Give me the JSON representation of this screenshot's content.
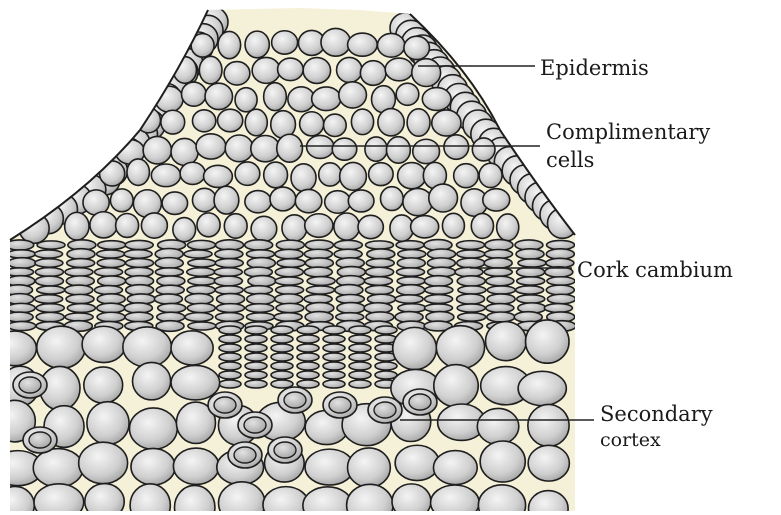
{
  "labels": {
    "epidermis": "Epidermis",
    "complimentary_line1": "Complimentary",
    "complimentary_line2": "cells",
    "cork_cambium": "Cork cambium",
    "secondary_line1": "Secondary",
    "secondary_line2": "cortex"
  },
  "colors": {
    "background": "#ffffff",
    "tissue_background": "#f5f1d8",
    "cell_fill": "#c9c9c9",
    "cell_outline": "#1e1e1e",
    "leader_line": "#222222"
  }
}
